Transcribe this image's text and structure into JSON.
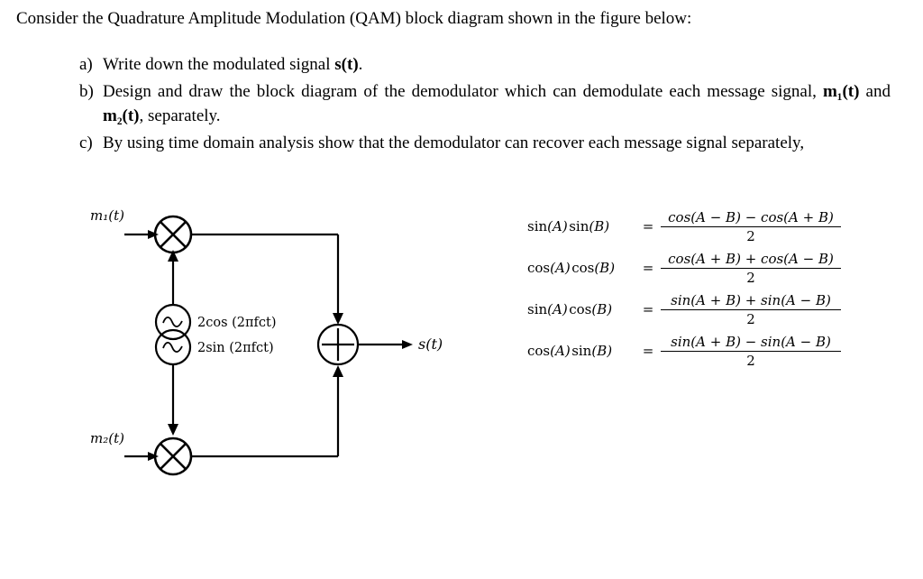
{
  "intro": "Consider the Quadrature Amplitude Modulation (QAM) block diagram shown in the figure below:",
  "questions": [
    {
      "label": "a)",
      "parts": [
        {
          "t": "Write down the modulated signal ",
          "b": false
        },
        {
          "t": "s(t)",
          "b": true
        },
        {
          "t": ".",
          "b": false
        }
      ]
    },
    {
      "label": "b)",
      "parts": [
        {
          "t": "Design and draw the block diagram of the demodulator which can demodulate each message signal, ",
          "b": false
        },
        {
          "t": "m₁(t)",
          "b": true
        },
        {
          "t": " and ",
          "b": false
        },
        {
          "t": "m₂(t)",
          "b": true
        },
        {
          "t": ", separately.",
          "b": false
        }
      ]
    },
    {
      "label": "c)",
      "parts": [
        {
          "t": "By using time domain analysis show that the demodulator can recover each message signal separately,",
          "b": false
        }
      ]
    }
  ],
  "diagram": {
    "input_top_label": "m₁(t)",
    "input_bottom_label": "m₂(t)",
    "oscillator_top_label": "2cos (2πfᴄt)",
    "oscillator_bottom_label": "2sin (2πfᴄt)",
    "output_label": "s(t)",
    "multiplier_symbol": "⊗",
    "adder_symbol": "⊕",
    "oscillator_symbol": "∿",
    "line_color": "#000000"
  },
  "identities": [
    {
      "lhs_fn1": "sin",
      "lhs_arg1": "(A)",
      "lhs_fn2": "sin",
      "lhs_arg2": "(B)",
      "eq": "=",
      "numerator": "cos(A − B) − cos(A + B)",
      "denominator": "2"
    },
    {
      "lhs_fn1": "cos",
      "lhs_arg1": "(A)",
      "lhs_fn2": "cos",
      "lhs_arg2": "(B)",
      "eq": "=",
      "numerator": "cos(A + B) + cos(A − B)",
      "denominator": "2"
    },
    {
      "lhs_fn1": "sin",
      "lhs_arg1": "(A)",
      "lhs_fn2": "cos",
      "lhs_arg2": "(B)",
      "eq": "=",
      "numerator": "sin(A + B) + sin(A − B)",
      "denominator": "2"
    },
    {
      "lhs_fn1": "cos",
      "lhs_arg1": "(A)",
      "lhs_fn2": "sin",
      "lhs_arg2": "(B)",
      "eq": "=",
      "numerator": "sin(A + B) − sin(A − B)",
      "denominator": "2"
    }
  ]
}
